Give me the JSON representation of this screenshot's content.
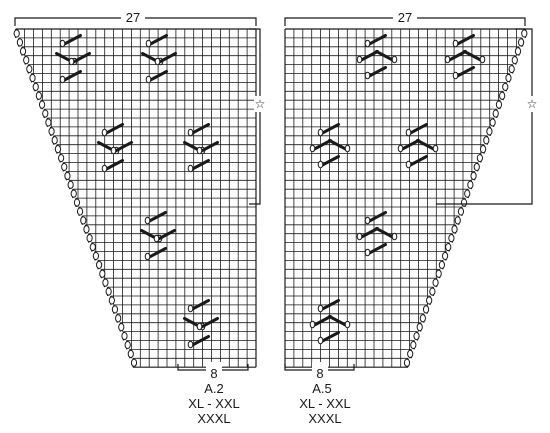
{
  "charts": [
    {
      "id": "A.2",
      "top_count": "27",
      "bottom_count": "8",
      "name": "A.2",
      "sizes": [
        "XL - XXL",
        "XXXL"
      ],
      "repeat_marker": "☆",
      "side": "left",
      "cable_pattern": "left"
    },
    {
      "id": "A.5",
      "top_count": "27",
      "bottom_count": "8",
      "name": "A.5",
      "sizes": [
        "XL - XXL",
        "XXXL"
      ],
      "repeat_marker": "☆",
      "side": "right",
      "cable_pattern": "right"
    }
  ],
  "symbols": {
    "yarn_over": "yarn-over-circle",
    "cable_cross": "diagonal-bar"
  }
}
